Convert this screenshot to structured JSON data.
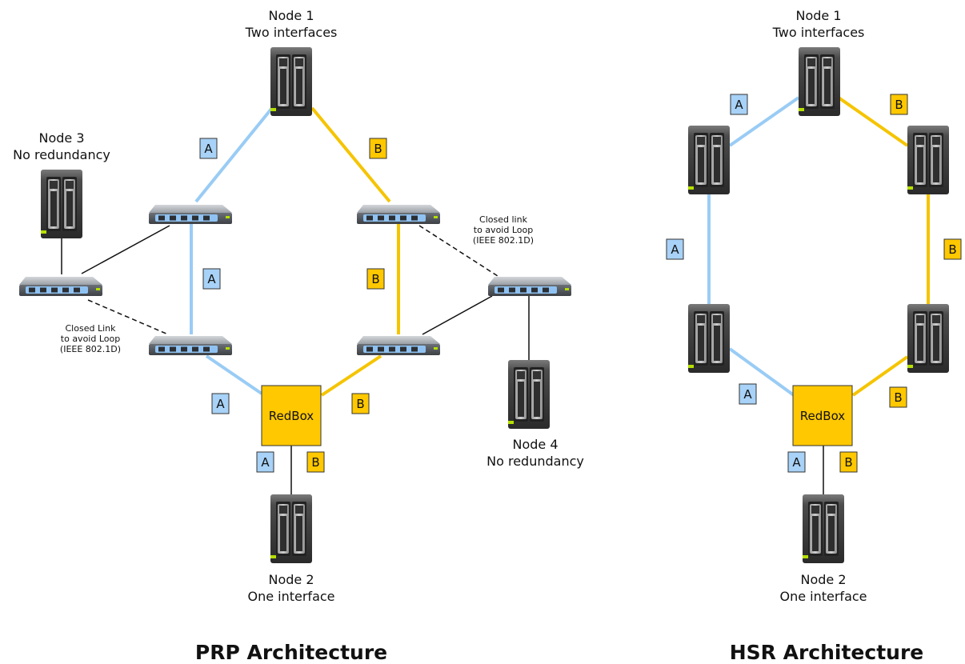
{
  "prp": {
    "title": "PRP Architecture",
    "node1": {
      "line1": "Node 1",
      "line2": "Two interfaces"
    },
    "node2": {
      "line1": "Node 2",
      "line2": "One interface"
    },
    "node3": {
      "line1": "Node 3",
      "line2": "No redundancy"
    },
    "node4": {
      "line1": "Node 4",
      "line2": "No redundancy"
    },
    "redbox": "RedBox",
    "note_left": {
      "line1": "Closed Link",
      "line2": "to avoid Loop",
      "line3": "(IEEE 802.1D)"
    },
    "note_right": {
      "line1": "Closed link",
      "line2": "to avoid Loop",
      "line3": "(IEEE 802.1D)"
    },
    "tags": {
      "a": "A",
      "b": "B"
    }
  },
  "hsr": {
    "title": "HSR Architecture",
    "node1": {
      "line1": "Node 1",
      "line2": "Two interfaces"
    },
    "node2": {
      "line1": "Node 2",
      "line2": "One interface"
    },
    "redbox": "RedBox",
    "tags": {
      "a": "A",
      "b": "B"
    }
  },
  "colors": {
    "lan_a": "#99ccf5",
    "lan_b": "#f5c400",
    "tag_a_fill": "#a8d2f7",
    "tag_b_fill": "#ffc800",
    "redbox_fill": "#ffc800",
    "server_body": "#4a4a4a",
    "switch_body": "#8a8e93",
    "port_glow": "#7fb8f0",
    "status_led": "#b5e000"
  }
}
